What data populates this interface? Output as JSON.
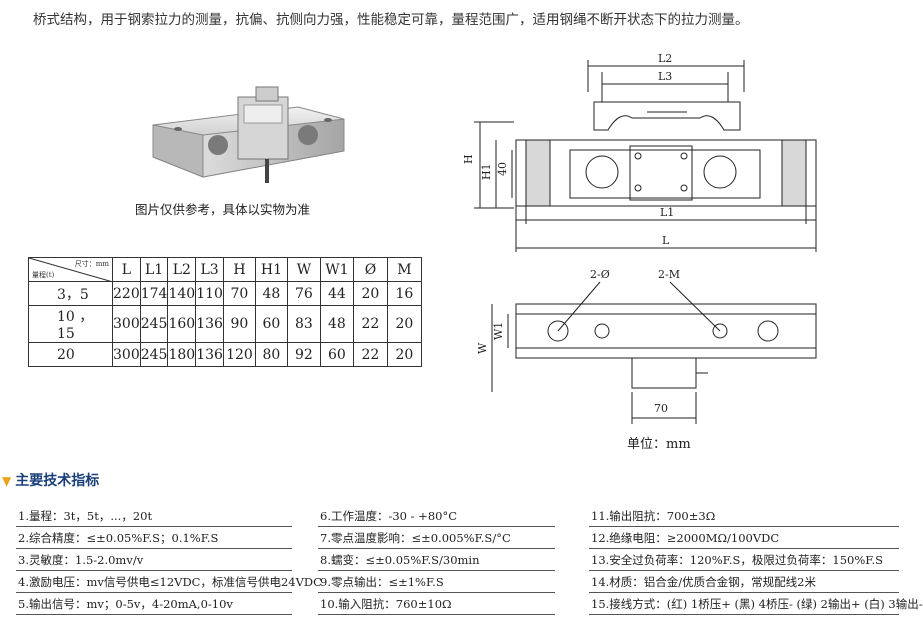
{
  "intro_text": "桥式结构，用于钢索拉力的测量，抗偏、抗侧向力强，性能稳定可靠，量程范围广，适用钢绳不断开状态下的拉力测量。",
  "photo_caption": "图片仅供参考，具体以实物为准",
  "unit_label": "单位：mm",
  "drawing_labels": {
    "L": "L",
    "L1": "L1",
    "L2": "L2",
    "L3": "L3",
    "H": "H",
    "H1": "H1",
    "dim40": "40",
    "W": "W",
    "W1": "W1",
    "dim70": "70",
    "hole_O": "2-Ø",
    "hole_M": "2-M"
  },
  "spec_table": {
    "diag_top": "尺寸：mm",
    "diag_bottom": "量程(t)",
    "headers": [
      "L",
      "L1",
      "L2",
      "L3",
      "H",
      "H1",
      "W",
      "W1",
      "Ø",
      "M"
    ],
    "rows": [
      {
        "range": "3，5",
        "values": [
          "220",
          "174",
          "140",
          "110",
          "70",
          "48",
          "76",
          "44",
          "20",
          "16"
        ]
      },
      {
        "range": "10 ， 15",
        "values": [
          "300",
          "245",
          "160",
          "136",
          "90",
          "60",
          "83",
          "48",
          "22",
          "20"
        ]
      },
      {
        "range": "20",
        "values": [
          "300",
          "245",
          "180",
          "136",
          "120",
          "80",
          "92",
          "60",
          "22",
          "20"
        ]
      }
    ]
  },
  "section_title": "主要技术指标",
  "specs": {
    "col1": [
      "1.量程：3t，5t，...，20t",
      "2.综合精度：≤±0.05%F.S；0.1%F.S",
      "3.灵敏度：1.5-2.0mv/v",
      "4.激励电压：mv信号供电≤12VDC，标准信号供电24VDC",
      "5.输出信号：mv；0-5v，4-20mA,0-10v"
    ],
    "col2": [
      "6.工作温度：-30 - +80°C",
      "7.零点温度影响：≤±0.005%F.S/°C",
      "8.蠕变：≤±0.05%F.S/30min",
      "9.零点输出：≤±1%F.S",
      "10.输入阻抗：760±10Ω"
    ],
    "col3": [
      "11.输出阻抗：700±3Ω",
      "12.绝缘电阻：≥2000MΩ/100VDC",
      "13.安全过负荷率：120%F.S，极限过负荷率：150%F.S",
      "14.材质：铝合金/优质合金钢，常规配线2米",
      "15.接线方式：(红) 1桥压+ (黑) 4桥压- (绿) 2输出+ (白) 3输出-"
    ]
  },
  "colors": {
    "accent": "#1a3f7a",
    "triangle": "#e8a317"
  }
}
